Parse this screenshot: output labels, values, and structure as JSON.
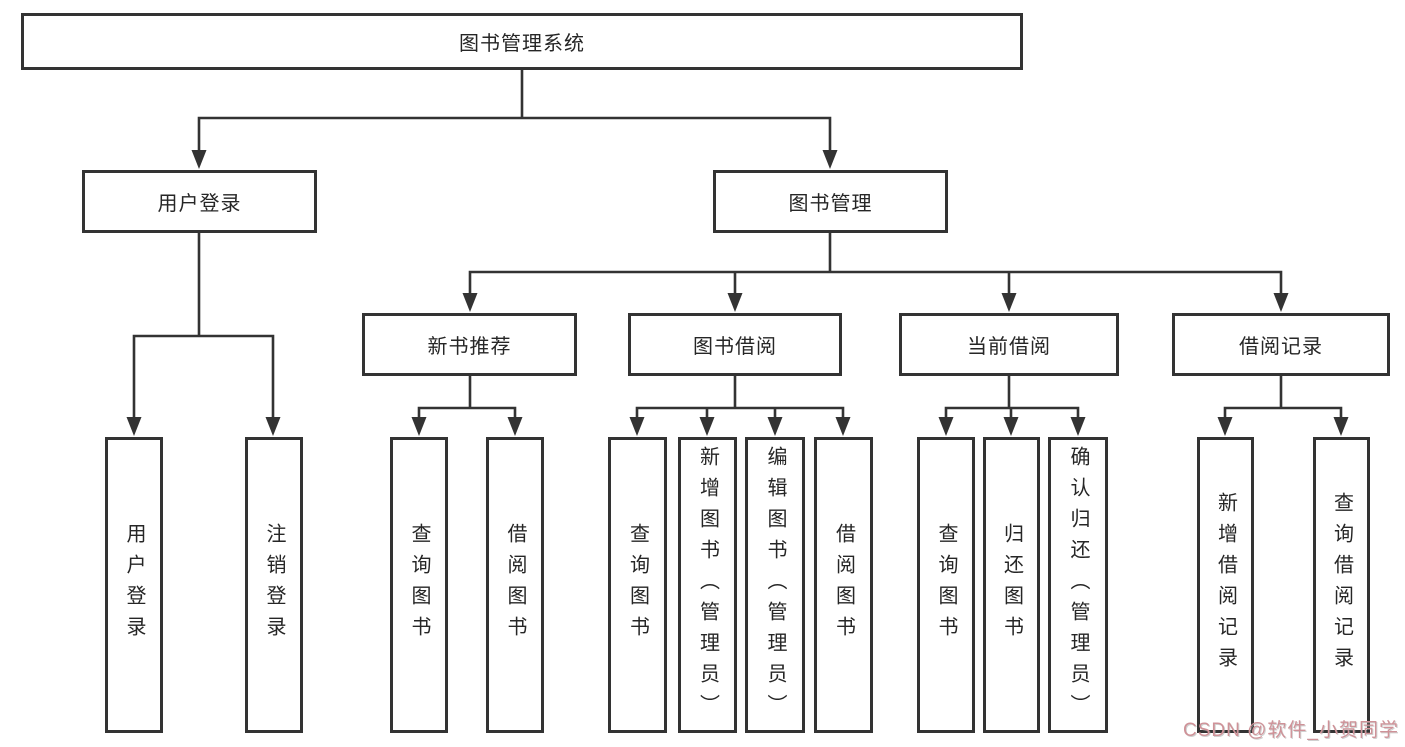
{
  "tree": {
    "root": {
      "label": "图书管理系统"
    },
    "branches": [
      {
        "label": "用户登录",
        "children": [
          "用户登录",
          "注销登录"
        ]
      },
      {
        "label": "图书管理",
        "children": [
          {
            "label": "新书推荐",
            "children": [
              "查询图书",
              "借阅图书"
            ]
          },
          {
            "label": "图书借阅",
            "children": [
              "查询图书",
              "新增图书（管理员）",
              "编辑图书（管理员）",
              "借阅图书"
            ]
          },
          {
            "label": "当前借阅",
            "children": [
              "查询图书",
              "归还图书",
              "确认归还（管理员）"
            ]
          },
          {
            "label": "借阅记录",
            "children": [
              "新增借阅记录",
              "查询借阅记录"
            ]
          }
        ]
      }
    ]
  },
  "watermark": {
    "text": "CSDN @软件_小贺同学"
  },
  "colors": {
    "line": "#333333",
    "box_border": "#333333",
    "background": "#ffffff",
    "text": "#262626",
    "watermark": "#cf9298"
  }
}
